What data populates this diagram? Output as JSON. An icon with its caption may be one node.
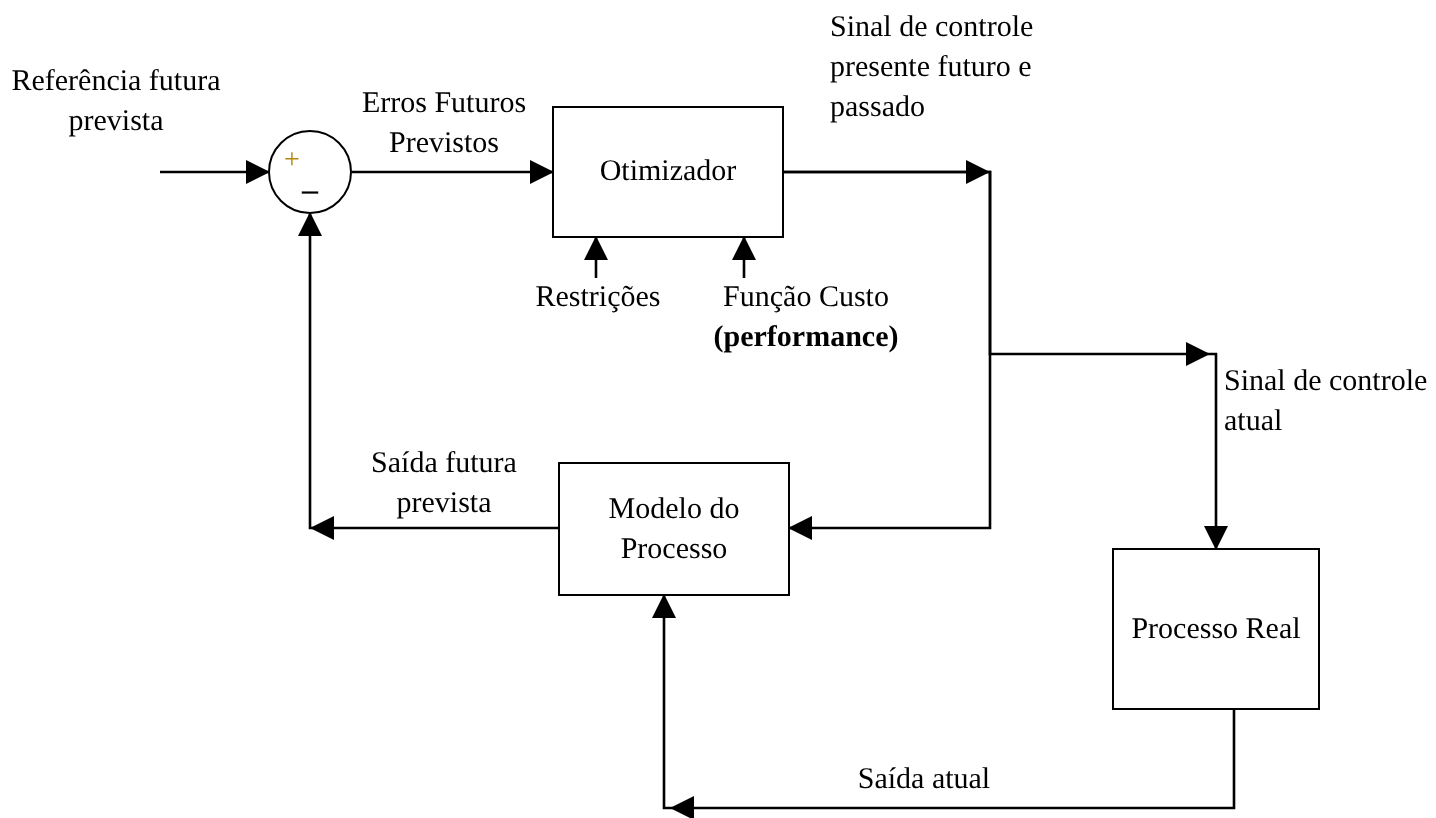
{
  "diagram": {
    "nodes": [
      {
        "text": [
          "+",
          "–"
        ]
      },
      {
        "text": [
          "Otimizador"
        ]
      },
      {
        "text": [
          "Restrições"
        ]
      },
      {
        "text": [
          "Função Custo **(performance)**"
        ]
      },
      {
        "text": [
          "Modelo do Processo"
        ]
      },
      {
        "text": [
          "Processo Real"
        ]
      }
    ],
    "edges": [
      {
        "from": null,
        "to": 0,
        "arrow": "to",
        "label": "Referência futura prevista"
      },
      {
        "from": 0,
        "to": 1,
        "arrow": "to",
        "label": "Erros Futuros Previstos"
      },
      {
        "from": 2,
        "to": 1,
        "arrow": "to"
      },
      {
        "from": 3,
        "to": 1,
        "arrow": "to"
      },
      {
        "from": 1,
        "to": 4,
        "arrow": "to",
        "label": "Sinal de controle presente futuro e passado"
      },
      {
        "from": 1,
        "to": 5,
        "arrow": "to",
        "label": "Sinal de controle atual"
      },
      {
        "from": 4,
        "to": 0,
        "arrow": "to",
        "label": "Saída futura prevista"
      },
      {
        "from": 5,
        "to": 4,
        "arrow": "to",
        "label": "Saída atual"
      }
    ]
  }
}
